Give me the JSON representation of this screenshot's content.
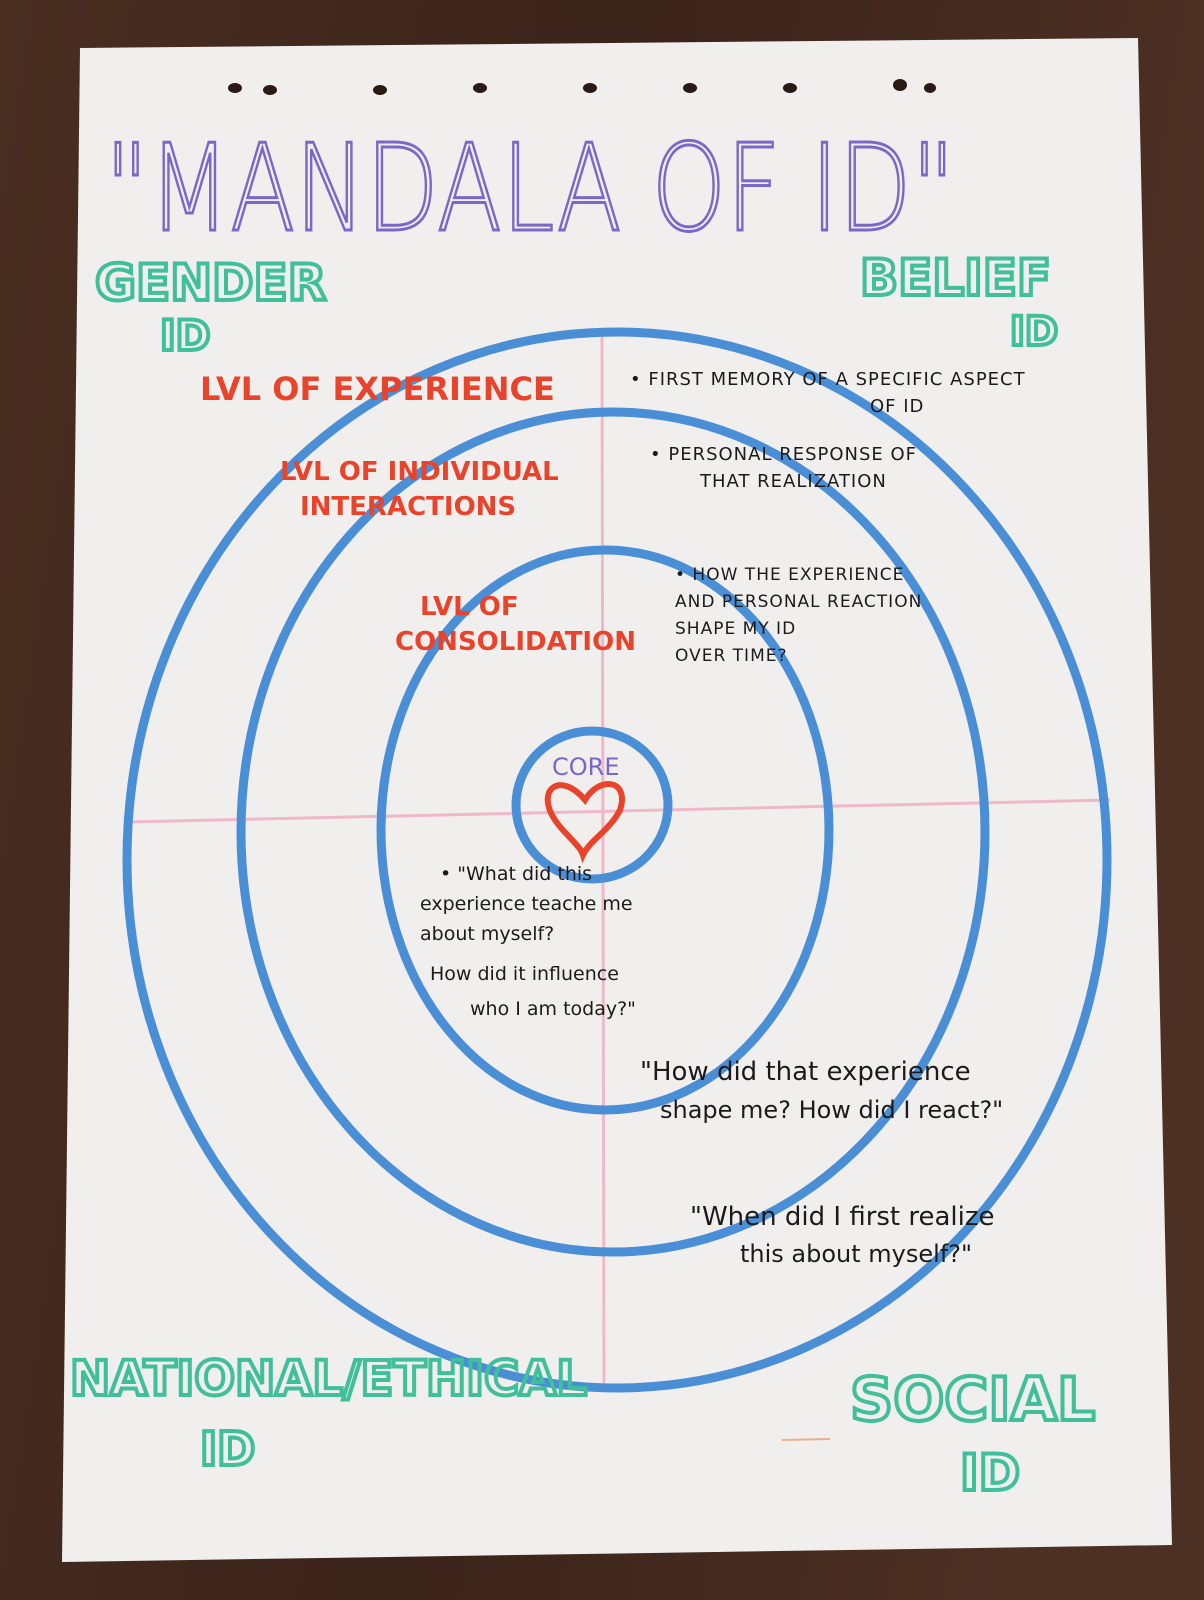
{
  "title": "\"MANDALA OF ID\"",
  "corners": {
    "gender": [
      "GENDER",
      "ID"
    ],
    "belief": [
      "BELIEF",
      "ID"
    ],
    "national": [
      "NATIONAL/ETHICAL",
      "ID"
    ],
    "social": [
      "SOCIAL",
      "ID"
    ]
  },
  "levels": {
    "experience": "LVL OF EXPERIENCE",
    "interactions": [
      "LVL OF INDIVIDUAL",
      "INTERACTIONS"
    ],
    "consolidation": [
      "LVL OF",
      "CONSOLIDATION"
    ],
    "core": "CORE"
  },
  "notes": {
    "first_memory": [
      "• FIRST MEMORY OF A SPECIFIC ASPECT",
      "OF ID"
    ],
    "personal_response": [
      "• PERSONAL RESPONSE OF",
      "THAT REALIZATION"
    ],
    "how_experience": [
      "• HOW THE EXPERIENCE",
      "AND PERSONAL REACTION",
      "SHAPE MY ID",
      "OVER TIME?"
    ],
    "what_did": [
      "• \"What did this",
      "experience teache me",
      "about myself?",
      "How did it influence",
      "who I am today?\""
    ],
    "how_did": [
      "\"How did that experience",
      "shape me? How did I react?\""
    ],
    "when_did": [
      "\"When did I first realize",
      "this about myself?\""
    ]
  },
  "colors": {
    "ring": "#4a8fd6",
    "cross": "#efb8c8",
    "red": "#e8442c",
    "teal": "#3fbf9a",
    "purple": "#7a68c8",
    "paper": "#f1eeee",
    "floor": "#3e271d"
  }
}
